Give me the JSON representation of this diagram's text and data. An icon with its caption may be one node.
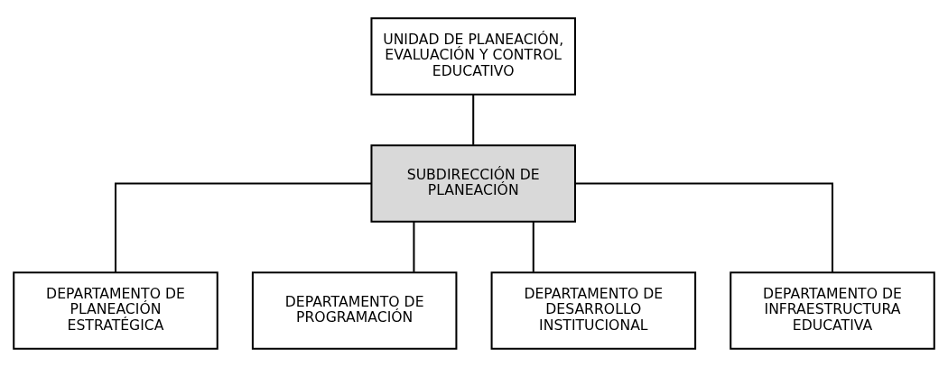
{
  "diagram": {
    "nodes": [
      {
        "text": [
          "UNIDAD DE PLANEACIÓN, EVALUACIÓN Y CONTROL EDUCATIVO"
        ]
      },
      {
        "text": [
          "SUBDIRECCIÓN DE PLANEACIÓN"
        ]
      },
      {
        "text": [
          "DEPARTAMENTO DE PLANEACIÓN ESTRATÉGICA"
        ]
      },
      {
        "text": [
          "DEPARTAMENTO DE PROGRAMACIÓN"
        ]
      },
      {
        "text": [
          "DEPARTAMENTO DE DESARROLLO INSTITUCIONAL"
        ]
      },
      {
        "text": [
          "DEPARTAMENTO DE INFRAESTRUCTURA EDUCATIVA"
        ]
      }
    ],
    "edges": [
      {
        "from": 0,
        "to": 1,
        "arrow": "none"
      },
      {
        "from": 1,
        "to": 2,
        "arrow": "none"
      },
      {
        "from": 1,
        "to": 3,
        "arrow": "none"
      },
      {
        "from": 1,
        "to": 4,
        "arrow": "none"
      },
      {
        "from": 1,
        "to": 5,
        "arrow": "none"
      }
    ]
  }
}
